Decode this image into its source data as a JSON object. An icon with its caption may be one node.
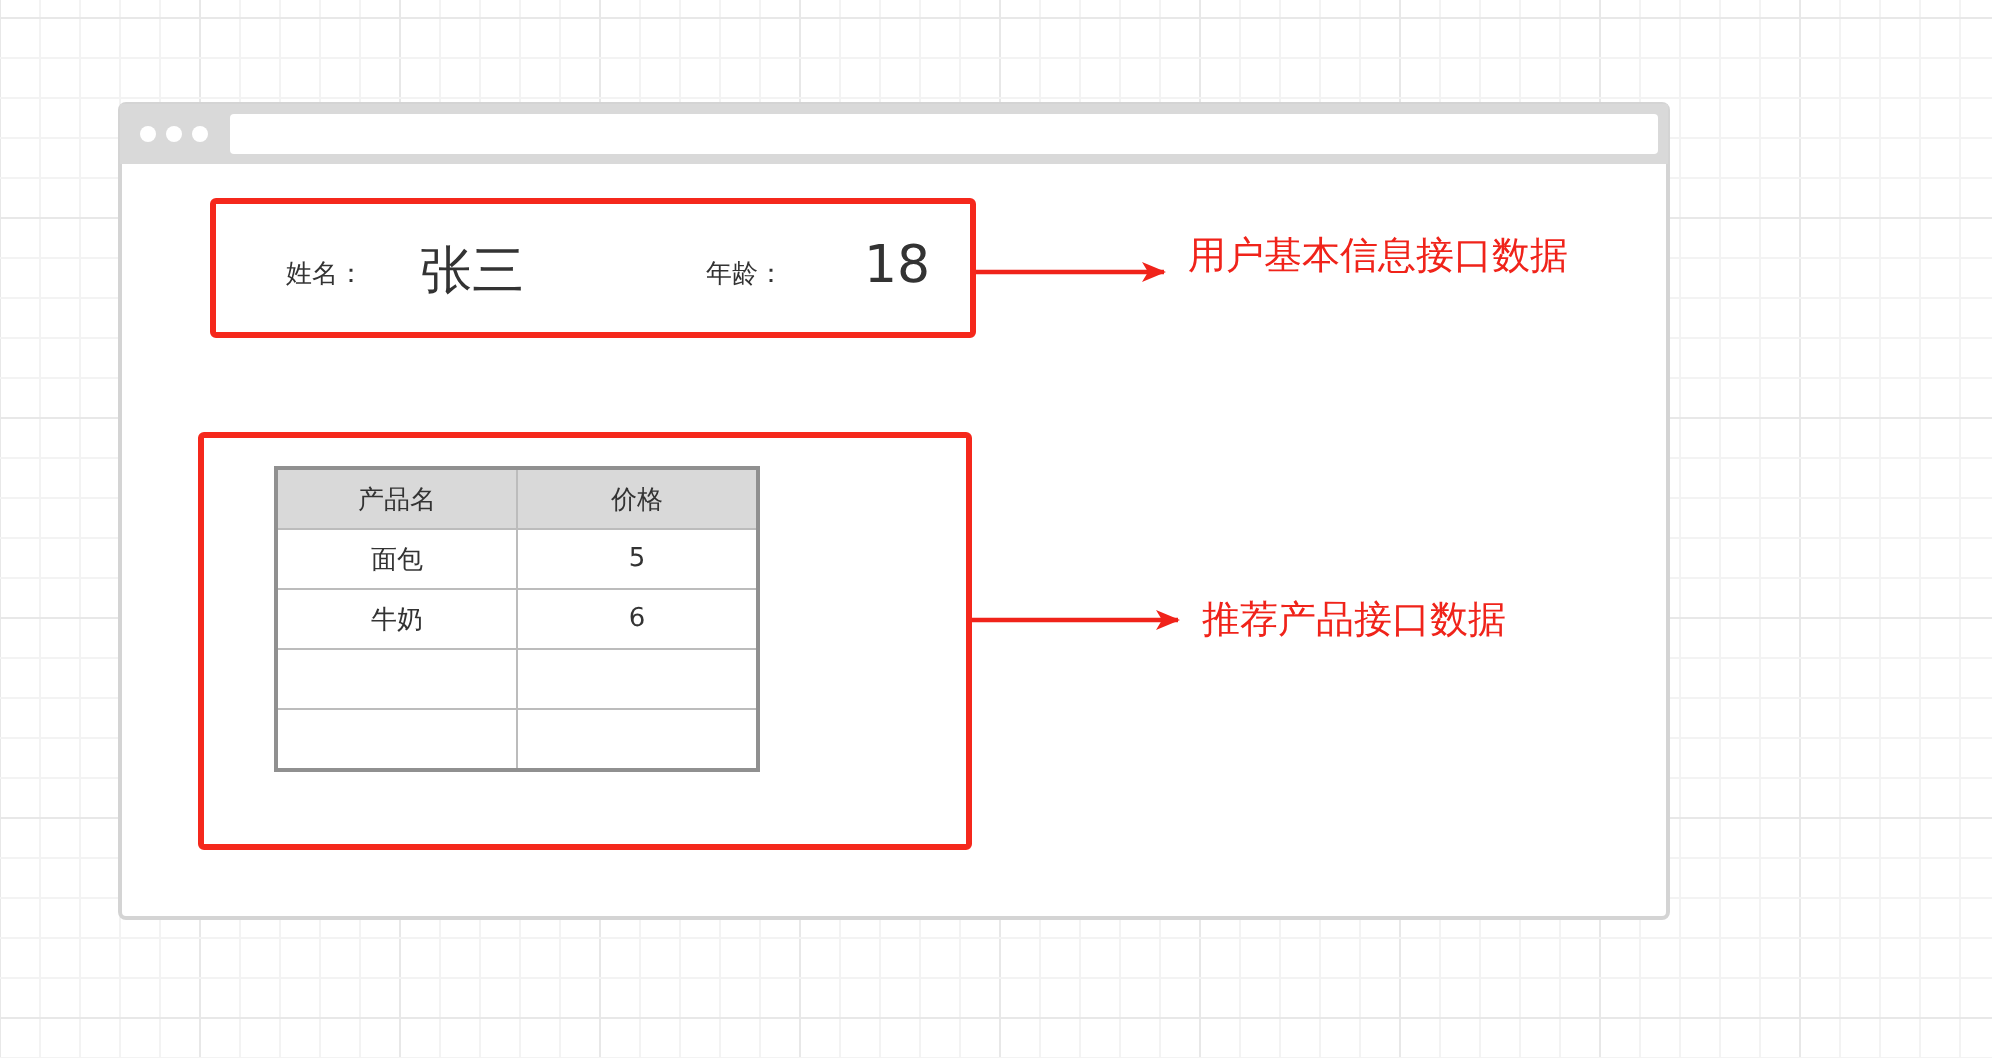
{
  "diagram": {
    "nodes": [
      {
        "text": [
          "姓名：",
          "张三",
          "年龄：",
          "18"
        ]
      },
      {
        "text": [
          "产品名",
          "价格",
          "面包",
          "5",
          "牛奶",
          "6"
        ]
      },
      {
        "text": [
          "用户基本信息接口数据"
        ]
      },
      {
        "text": [
          "推荐产品接口数据"
        ]
      }
    ],
    "edges": [
      {
        "from": 0,
        "to": 2,
        "arrow": "to"
      },
      {
        "from": 1,
        "to": 3,
        "arrow": "to"
      }
    ]
  }
}
